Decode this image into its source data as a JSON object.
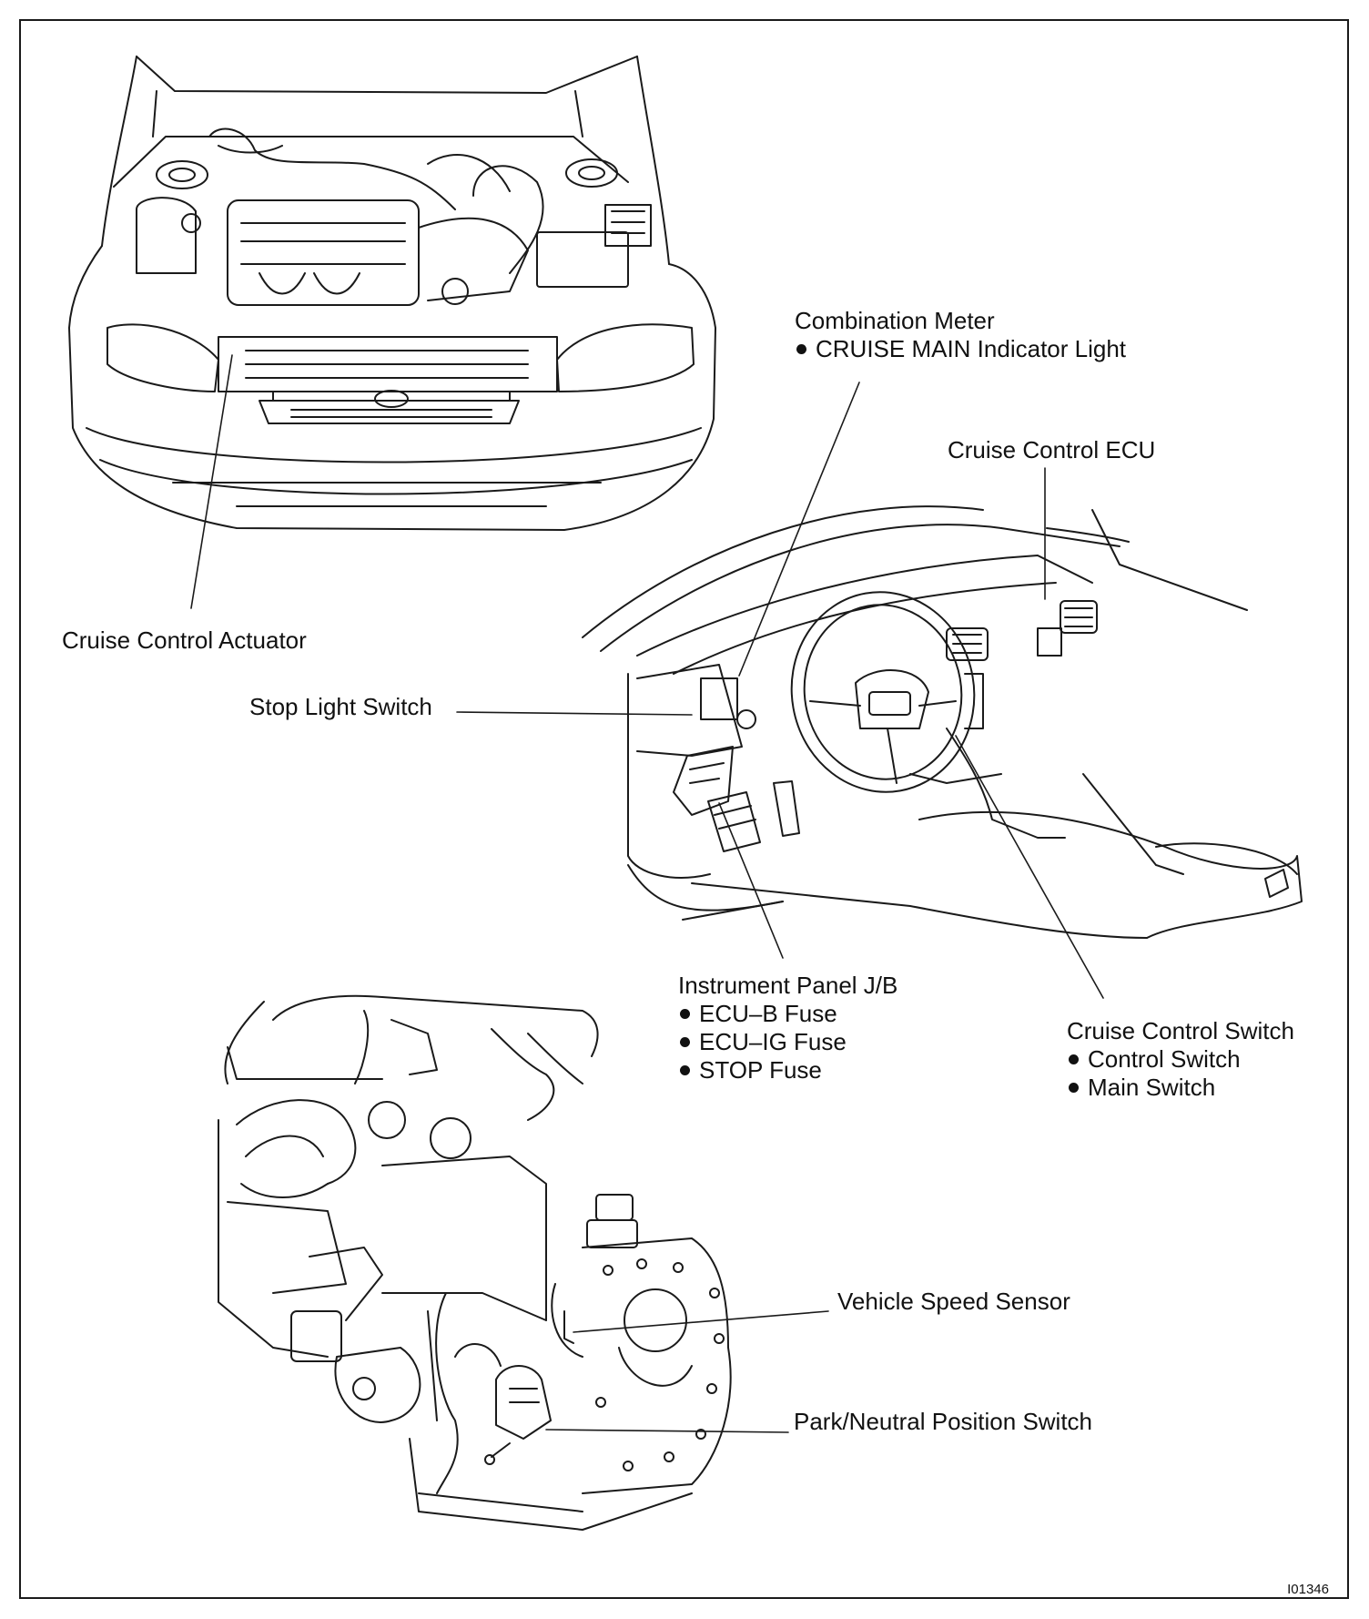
{
  "labels": {
    "combination_meter": {
      "title": "Combination Meter",
      "items": [
        "CRUISE MAIN Indicator Light"
      ]
    },
    "cruise_ecu": {
      "title": "Cruise Control ECU"
    },
    "actuator": {
      "title": "Cruise Control Actuator"
    },
    "stop_light_switch": {
      "title": "Stop Light Switch"
    },
    "instrument_panel_jb": {
      "title": "Instrument Panel J/B",
      "items": [
        "ECU–B Fuse",
        "ECU–IG Fuse",
        "STOP Fuse"
      ]
    },
    "cruise_switch": {
      "title": "Cruise Control Switch",
      "items": [
        "Control Switch",
        "Main Switch"
      ]
    },
    "speed_sensor": {
      "title": "Vehicle Speed Sensor"
    },
    "pn_switch": {
      "title": "Park/Neutral Position Switch"
    }
  },
  "figure_code": "I01346"
}
